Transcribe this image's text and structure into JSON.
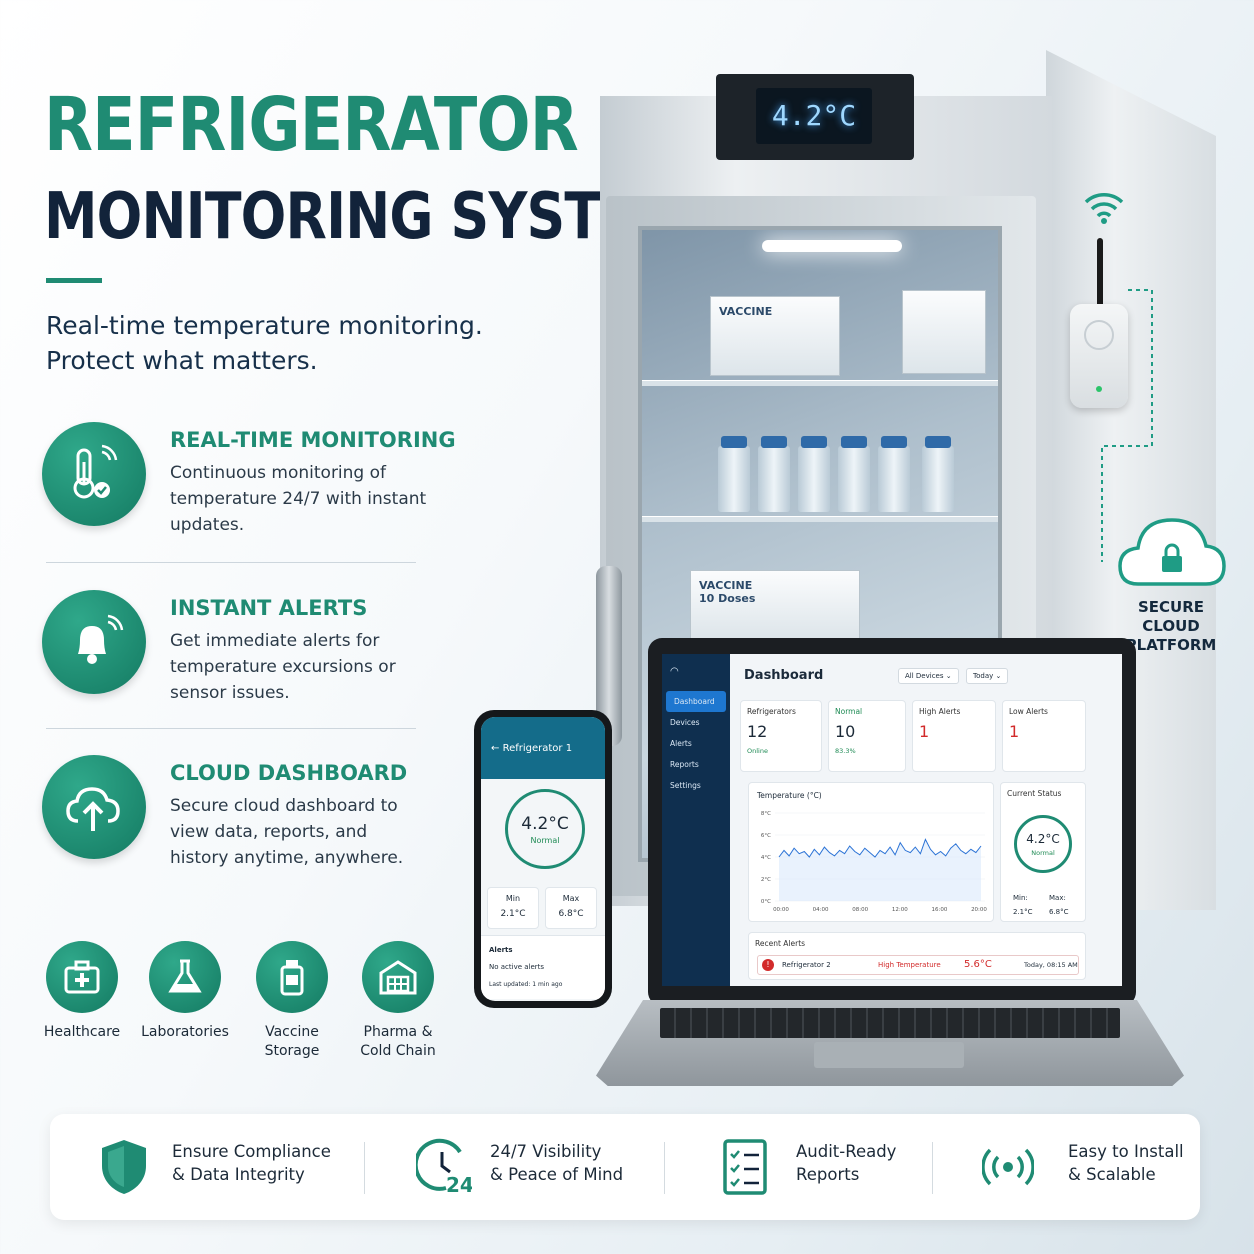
{
  "header": {
    "title_line1": "REFRIGERATOR",
    "title_line2": "MONITORING SYSTEM",
    "subtitle_line1": "Real-time temperature monitoring.",
    "subtitle_line2": "Protect what matters."
  },
  "features": [
    {
      "title": "REAL-TIME MONITORING",
      "desc": "Continuous monitoring of temperature 24/7 with instant updates.",
      "icon": "thermometer-icon"
    },
    {
      "title": "INSTANT ALERTS",
      "desc": "Get immediate alerts for temperature excursions or sensor issues.",
      "icon": "bell-icon"
    },
    {
      "title": "CLOUD DASHBOARD",
      "desc": "Secure cloud dashboard to view data, reports, and history anytime, anywhere.",
      "icon": "cloud-upload-icon"
    }
  ],
  "industries": [
    {
      "label": "Healthcare",
      "icon": "first-aid-kit-icon"
    },
    {
      "label": "Laboratories",
      "icon": "flask-icon"
    },
    {
      "label": "Vaccine Storage",
      "icon": "vaccine-bottle-icon"
    },
    {
      "label": "Pharma & Cold Chain",
      "icon": "warehouse-icon"
    }
  ],
  "fridge": {
    "display_temp": "4.2°C",
    "box_label": "VACCINE",
    "box_doses": "10 Doses"
  },
  "cloud": {
    "label": "SECURE CLOUD PLATFORM"
  },
  "dashboard": {
    "title": "Dashboard",
    "filter_devices": "All Devices",
    "filter_range": "Today",
    "nav": [
      "Dashboard",
      "Devices",
      "Alerts",
      "Reports",
      "Settings"
    ],
    "stats": [
      {
        "label": "Refrigerators",
        "value": "12",
        "sub": "Online"
      },
      {
        "label": "Normal",
        "value": "10",
        "sub": "83.3%"
      },
      {
        "label": "High Alerts",
        "value": "1",
        "sub": ""
      },
      {
        "label": "Low Alerts",
        "value": "1",
        "sub": ""
      }
    ],
    "chart_title": "Temperature (°C)",
    "status_title": "Current Status",
    "status_temp": "4.2°C",
    "status_state": "Normal",
    "min_label": "Min:",
    "min_value": "2.1°C",
    "max_label": "Max:",
    "max_value": "6.8°C",
    "recent_title": "Recent Alerts",
    "alert_device": "Refrigerator 2",
    "alert_type": "High Temperature",
    "alert_value": "5.6°C",
    "alert_time": "Today, 08:15 AM"
  },
  "chart_data": {
    "type": "line",
    "x": [
      "00:00",
      "04:00",
      "08:00",
      "12:00",
      "16:00",
      "20:00"
    ],
    "ylim": [
      0,
      8
    ],
    "yticks": [
      "8°C",
      "6°C",
      "4°C",
      "2°C",
      "0°C"
    ],
    "values": [
      4.0,
      4.6,
      4.1,
      4.8,
      4.3,
      4.5,
      4.0,
      4.7,
      4.2,
      4.9,
      4.4,
      4.1,
      4.6,
      4.3,
      5.0,
      4.5,
      4.2,
      4.8,
      4.4,
      4.0,
      4.6,
      4.3,
      4.9,
      4.2,
      5.3,
      4.6,
      4.4,
      4.9,
      4.3,
      5.6,
      4.7,
      4.2,
      4.5,
      4.1,
      4.8,
      5.2,
      4.6,
      4.3,
      4.7,
      4.4,
      5.0
    ]
  },
  "phone": {
    "title": "Refrigerator 1",
    "temp": "4.2°C",
    "state": "Normal",
    "min_label": "Min",
    "min_value": "2.1°C",
    "max_label": "Max",
    "max_value": "6.8°C",
    "alerts_title": "Alerts",
    "alerts_status": "No active alerts",
    "updated": "Last updated: 1 min ago"
  },
  "benefits": [
    {
      "text": "Ensure Compliance\n& Data Integrity",
      "icon": "shield-icon"
    },
    {
      "text": "24/7 Visibility\n& Peace of Mind",
      "icon": "clock-24-icon"
    },
    {
      "text": "Audit-Ready\nReports",
      "icon": "checklist-icon"
    },
    {
      "text": "Easy to Install\n& Scalable",
      "icon": "wireless-signal-icon"
    }
  ],
  "colors": {
    "brand": "#1f8b73",
    "navy": "#12233a",
    "alert": "#d22b2b"
  }
}
